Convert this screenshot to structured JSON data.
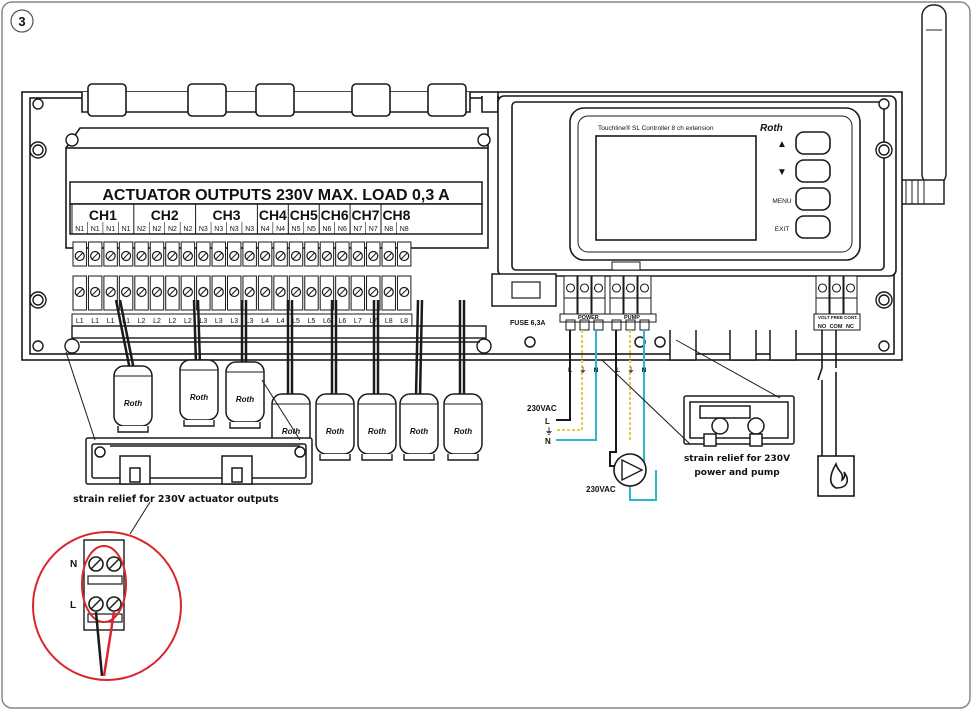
{
  "step_number": "3",
  "controller": {
    "header": "ACTUATOR OUTPUTS 230V MAX. LOAD 0,3 A",
    "channels": [
      "CH1",
      "CH2",
      "CH3",
      "CH4",
      "CH5",
      "CH6",
      "CH7",
      "CH8"
    ],
    "n_labels": [
      "N1",
      "N1",
      "N1",
      "N1",
      "N2",
      "N2",
      "N2",
      "N2",
      "N3",
      "N3",
      "N3",
      "N3",
      "N4",
      "N4",
      "N5",
      "N5",
      "N6",
      "N6",
      "N7",
      "N7",
      "N8",
      "N8"
    ],
    "l_labels": [
      "L1",
      "L1",
      "L1",
      "L1",
      "L2",
      "L2",
      "L2",
      "L2",
      "L3",
      "L3",
      "L3",
      "L3",
      "L4",
      "L4",
      "L5",
      "L5",
      "L6",
      "L6",
      "L7",
      "L7",
      "L8",
      "L8"
    ],
    "fuse_label": "FUSE 6,3A",
    "power_label": "POWER",
    "pump_label": "PUMP",
    "relay_labels": [
      "VOLT FREE CONT."
    ],
    "relay_terminals": [
      "NO",
      "COM",
      "NC"
    ]
  },
  "display": {
    "title": "Touchline® SL Controller 8 ch extension",
    "brand": "Roth",
    "buttons": [
      {
        "label": "▲",
        "name": "up-button"
      },
      {
        "label": "▼",
        "name": "down-button"
      },
      {
        "label": "MENU",
        "name": "menu-button"
      },
      {
        "label": "EXIT",
        "name": "exit-button"
      }
    ]
  },
  "actuator_brand": "Roth",
  "wiring": {
    "power_voltage": "230VAC",
    "power_terminals": [
      "L",
      "⏚",
      "N"
    ],
    "pump_voltage": "230VAC",
    "pump_terminals": [
      "L",
      "⏚",
      "N"
    ],
    "inset_n": "N",
    "inset_l": "L"
  },
  "captions": {
    "strain_relief_actuators": "strain relief for 230V actuator outputs",
    "strain_relief_power": "strain relief for 230V power and pump"
  },
  "colors": {
    "line": "#1a1a1a",
    "neutral_wire": "#2ab7c9",
    "earth_wire": "#e8c84a",
    "inset_circle": "#d9262c"
  }
}
